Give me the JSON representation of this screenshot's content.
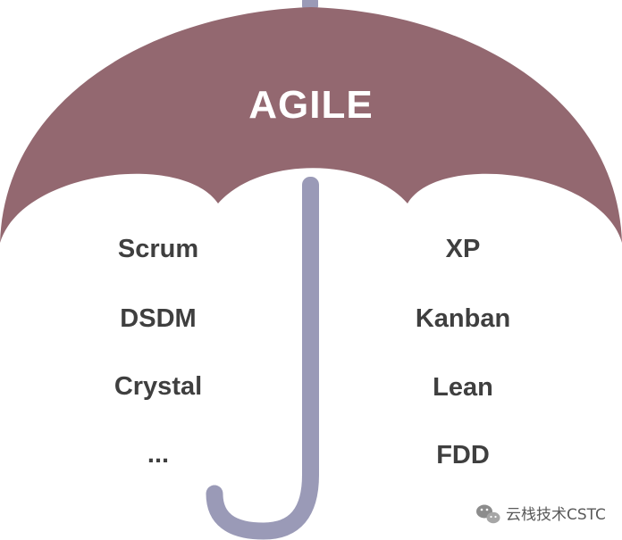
{
  "diagram": {
    "title": "AGILE",
    "left_methods": [
      "Scrum",
      "DSDM",
      "Crystal",
      "..."
    ],
    "right_methods": [
      "XP",
      "Kanban",
      "Lean",
      "FDD"
    ]
  },
  "watermark": {
    "text": "云栈技术CSTC",
    "icon": "wechat-icon"
  },
  "colors": {
    "canopy": "#936870",
    "shaft": "#9a9ab7",
    "text": "#3f3f3f",
    "title": "#ffffff"
  }
}
